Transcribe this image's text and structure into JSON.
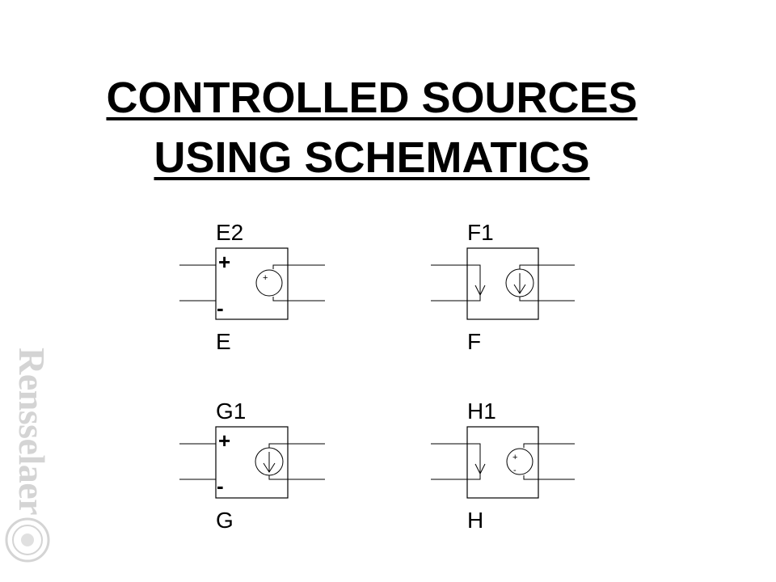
{
  "title": {
    "line1": "CONTROLLED SOURCES",
    "line2": "USING SCHEMATICS"
  },
  "sources": [
    {
      "part": "E2",
      "type": "E",
      "plus": "+",
      "minus": "-",
      "inner_plus": "+"
    },
    {
      "part": "F1",
      "type": "F"
    },
    {
      "part": "G1",
      "type": "G",
      "plus": "+",
      "minus": "-"
    },
    {
      "part": "H1",
      "type": "H",
      "inner_plus": "+",
      "inner_minus": "-"
    }
  ],
  "watermark": {
    "text": "Rensselaer",
    "color": "#d4d4d4"
  }
}
